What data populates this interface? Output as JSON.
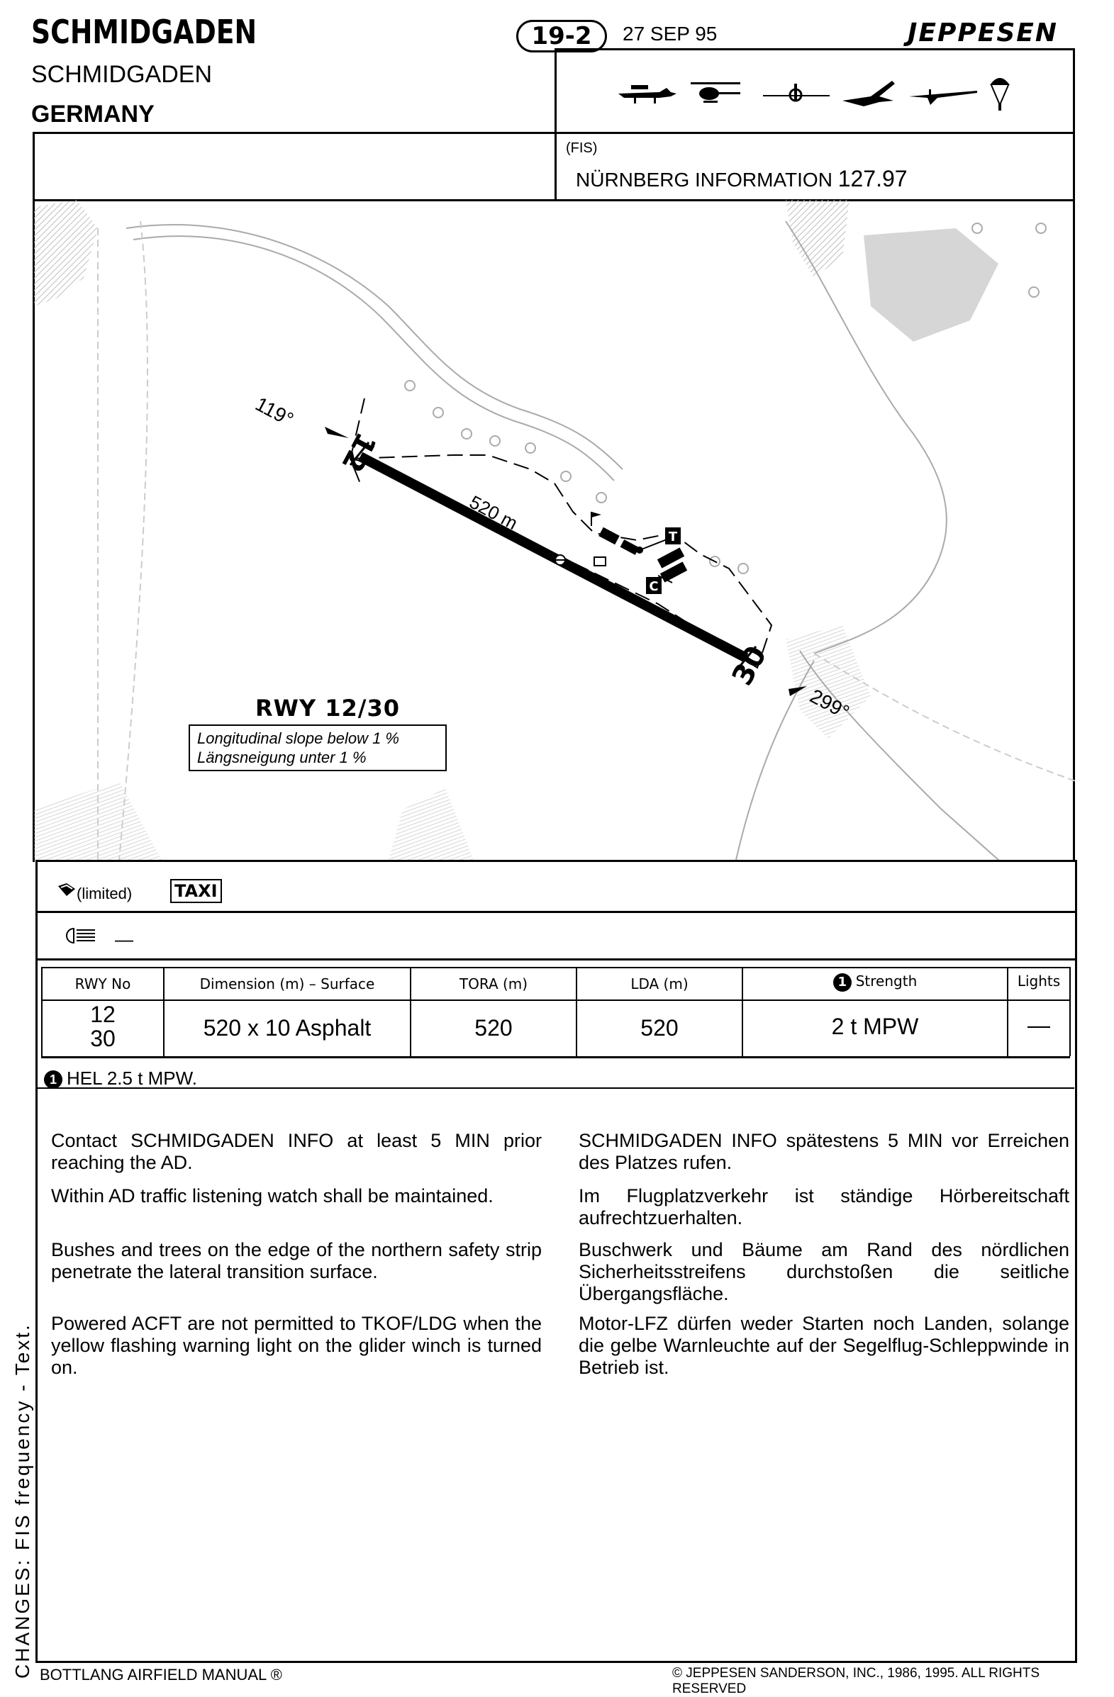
{
  "header": {
    "title_main": "SCHMIDGADEN",
    "title_sub": "SCHMIDGADEN",
    "country": "GERMANY",
    "chart_number": "19-2",
    "date": "27 SEP 95",
    "brand": "JEPPESEN"
  },
  "icons": [
    "aeroplane-icon",
    "helicopter-icon",
    "ultralight-icon",
    "glider-icon",
    "glider-icon",
    "parachute-icon"
  ],
  "fis": {
    "label": "(FIS)",
    "name": "NÜRNBERG INFORMATION",
    "frequency": "127.97"
  },
  "map": {
    "heading_12": "119°",
    "heading_30": "299°",
    "rwy_12": "12",
    "rwy_30": "30",
    "length": "520 m",
    "tower_label": "T",
    "customs_label": "C",
    "runway_title": "RWY 12/30",
    "slope_en": "Longitudinal slope below 1 %",
    "slope_de": "Längsneigung unter 1 %"
  },
  "services": {
    "fuel_limited": "(limited)",
    "taxi": "TAXI",
    "lighting": "—"
  },
  "table": {
    "headers": [
      "RWY No",
      "Dimension (m)  –  Surface",
      "TORA (m)",
      "LDA (m)",
      "Strength",
      "Lights"
    ],
    "strength_note_ref": "1",
    "row": {
      "rwy_a": "12",
      "rwy_b": "30",
      "dimension": "520 x 10 Asphalt",
      "tora": "520",
      "lda": "520",
      "strength": "2 t MPW",
      "lights": "—"
    }
  },
  "note1": {
    "ref": "1",
    "text": "HEL 2.5 t MPW."
  },
  "remarks": [
    {
      "en": "Contact SCHMIDGADEN INFO at least 5 MIN prior reaching the AD.",
      "de": "SCHMIDGADEN INFO spätestens 5 MIN vor Erreichen des Platzes rufen."
    },
    {
      "en": "Within AD traffic listening watch shall be maintained.",
      "de": "Im Flugplatzverkehr ist ständige Hörbereitschaft aufrechtzuerhalten."
    },
    {
      "en": "Bushes and trees on the edge of the northern safety strip penetrate the lateral transition surface.",
      "de": "Buschwerk und Bäume am Rand des nördlichen Sicherheitsstreifens durchstoßen die seitliche Übergangsfläche."
    },
    {
      "en": "Powered ACFT are not permitted to TKOF/LDG when the yellow flashing warning light on the glider winch is turned on.",
      "de": "Motor-LFZ dürfen weder Starten noch Landen, solange die gelbe Warnleuchte auf der Segelflug-Schleppwinde in Betrieb ist."
    }
  ],
  "footer": {
    "changes": "CHANGES: FIS frequency - Text.",
    "left": "BOTTLANG AIRFIELD MANUAL ®",
    "right": "© JEPPESEN SANDERSON, INC., 1986, 1995. ALL RIGHTS RESERVED"
  }
}
